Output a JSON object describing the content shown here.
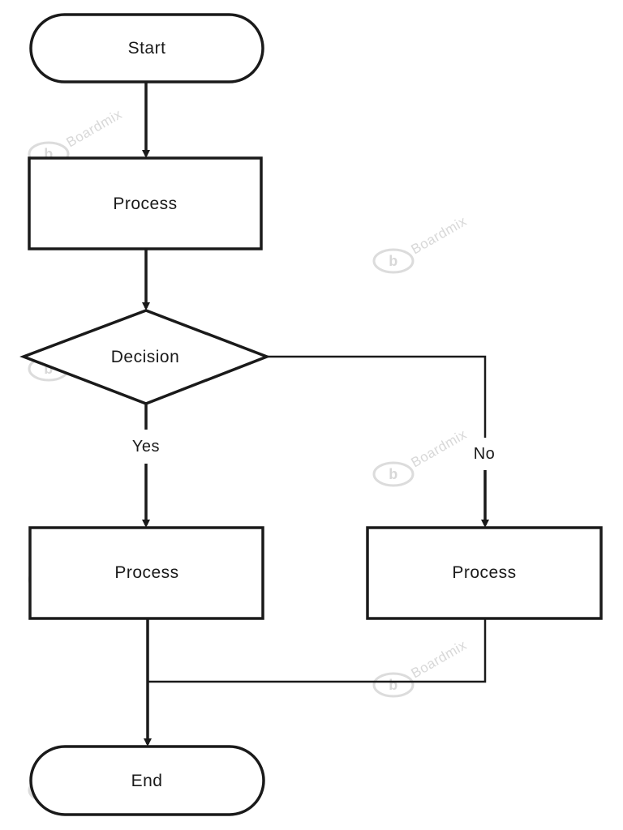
{
  "nodes": {
    "start": {
      "label": "Start"
    },
    "process_top": {
      "label": "Process"
    },
    "decision": {
      "label": "Decision"
    },
    "process_yes": {
      "label": "Process"
    },
    "process_no": {
      "label": "Process"
    },
    "end": {
      "label": "End"
    }
  },
  "edges": {
    "yes_label": "Yes",
    "no_label": "No"
  },
  "watermark": {
    "text": "Boardmix",
    "logo_glyph": "b"
  },
  "colors": {
    "stroke": "#1a1a1a",
    "background": "#ffffff",
    "watermark": "#d8d8d8"
  }
}
